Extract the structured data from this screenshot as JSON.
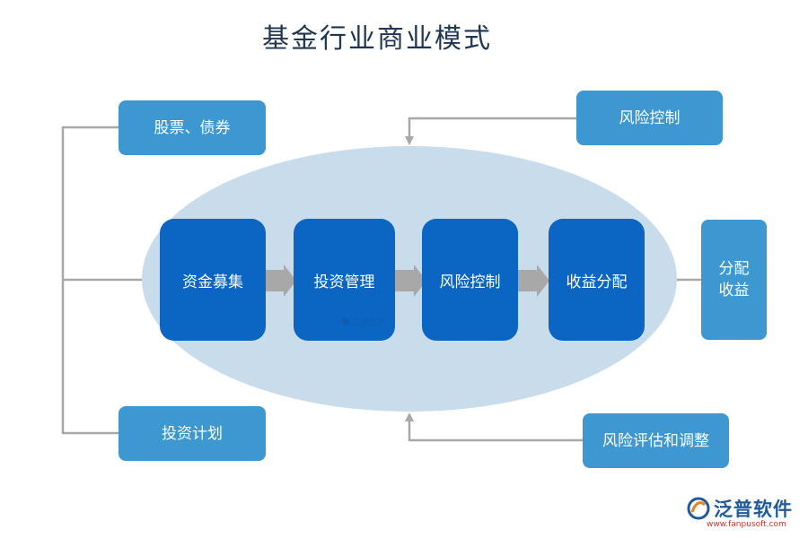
{
  "title": "基金行业商业模式",
  "colors": {
    "ellipse_fill": "#c9dcec",
    "side_box_fill": "#3d97d0",
    "process_box_fill": "#0a66c2",
    "connector_line": "#a8a8a8",
    "flow_arrow": "#a8a8a8",
    "title_text": "#1f3650"
  },
  "left_inputs": {
    "stocks_bonds": "股票、债券",
    "investment_plan": "投资计划"
  },
  "right_inputs": {
    "risk_control": "风险控制",
    "profit_distribution": [
      "分配",
      "收益"
    ],
    "risk_assessment": "风险评估和调整"
  },
  "process_steps": [
    {
      "label": "资金募集"
    },
    {
      "label": "投资管理"
    },
    {
      "label": "风险控制"
    },
    {
      "label": "收益分配"
    }
  ],
  "watermark": "泛普软件",
  "brand": {
    "name": "泛普软件",
    "url": "www.fanpusoft.com",
    "icon": "fanpu-logo-icon"
  }
}
